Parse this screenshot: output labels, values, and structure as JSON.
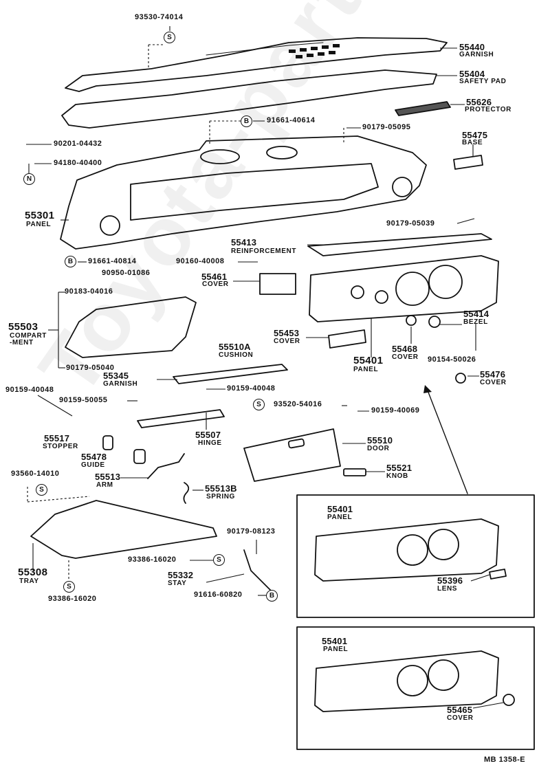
{
  "diagram": {
    "watermark": "Toyota-parts.ru",
    "drawing_code": "MB 1358-E",
    "symbols": {
      "s": "S",
      "b": "B",
      "n": "N"
    },
    "parts": [
      {
        "id": "93530-74014"
      },
      {
        "id": "55440",
        "name": "GARNISH"
      },
      {
        "id": "55404",
        "name": "SAFETY PAD"
      },
      {
        "id": "55626",
        "name": "PROTECTOR"
      },
      {
        "id": "91661-40614"
      },
      {
        "id": "90179-05095"
      },
      {
        "id": "55475",
        "name": "BASE"
      },
      {
        "id": "90201-04432"
      },
      {
        "id": "94180-40400"
      },
      {
        "id": "55301",
        "name": "PANEL"
      },
      {
        "id": "90179-05039"
      },
      {
        "id": "55413",
        "name": "REINFORCEMENT"
      },
      {
        "id": "91661-40814"
      },
      {
        "id": "90160-40008"
      },
      {
        "id": "90950-01086"
      },
      {
        "id": "55461",
        "name": "COVER"
      },
      {
        "id": "90183-04016"
      },
      {
        "id": "55503",
        "name": "COMPART\n-MENT"
      },
      {
        "id": "90179-05040"
      },
      {
        "id": "55510A",
        "name": "CUSHION"
      },
      {
        "id": "55453",
        "name": "COVER"
      },
      {
        "id": "55468",
        "name": "COVER"
      },
      {
        "id": "55401",
        "name": "PANEL"
      },
      {
        "id": "55414",
        "name": "BEZEL"
      },
      {
        "id": "90154-50026"
      },
      {
        "id": "55476",
        "name": "COVER"
      },
      {
        "id": "55345",
        "name": "GARNISH"
      },
      {
        "id": "90159-40048"
      },
      {
        "id": "90159-50055"
      },
      {
        "id": "93520-54016"
      },
      {
        "id": "90159-40069"
      },
      {
        "id": "55507",
        "name": "HINGE"
      },
      {
        "id": "55517",
        "name": "STOPPER"
      },
      {
        "id": "55510",
        "name": "DOOR"
      },
      {
        "id": "55478",
        "name": "GUIDE"
      },
      {
        "id": "55521",
        "name": "KNOB"
      },
      {
        "id": "93560-14010"
      },
      {
        "id": "55513",
        "name": "ARM"
      },
      {
        "id": "55513B",
        "name": "SPRING"
      },
      {
        "id": "90179-08123"
      },
      {
        "id": "93386-16020"
      },
      {
        "id": "55308",
        "name": "TRAY"
      },
      {
        "id": "55332",
        "name": "STAY"
      },
      {
        "id": "91616-60820"
      },
      {
        "id": "55396",
        "name": "LENS"
      },
      {
        "id": "55465",
        "name": "COVER"
      }
    ]
  }
}
